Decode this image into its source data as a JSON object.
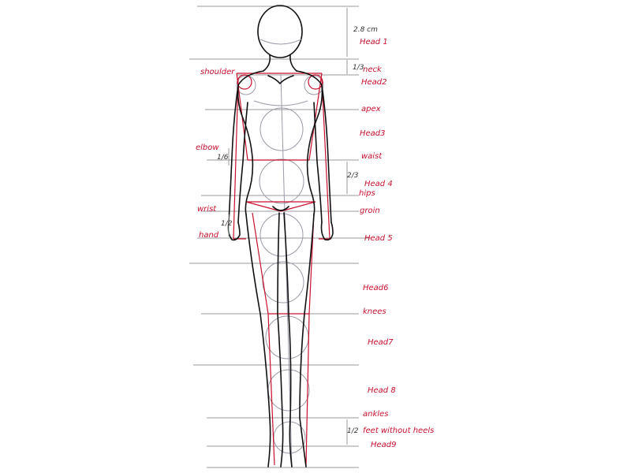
{
  "labels": {
    "measure_head": "2.8 cm",
    "head1": "Head 1",
    "frac_neck": "1/3",
    "neck": "neck",
    "shoulder": "shoulder",
    "head2": "Head2",
    "apex": "apex",
    "head3": "Head3",
    "elbow": "elbow",
    "waist": "waist",
    "frac_elbow": "1/6",
    "frac_hips": "2/3",
    "head4": "Head 4",
    "hips": "hips",
    "wrist": "wrist",
    "groin": "groin",
    "frac_hand": "1/2",
    "hand": "hand",
    "head5": "Head 5",
    "head6": "Head6",
    "knees": "knees",
    "head7": "Head7",
    "head8": "Head 8",
    "ankles": "ankles",
    "frac_feet": "1/2",
    "feet": "feet without heels",
    "head9": "Head9"
  },
  "colors": {
    "annotation": "#c8102e",
    "outline": "#111111",
    "construction": "#9a9aa8",
    "guides": "#9a9a9a"
  }
}
